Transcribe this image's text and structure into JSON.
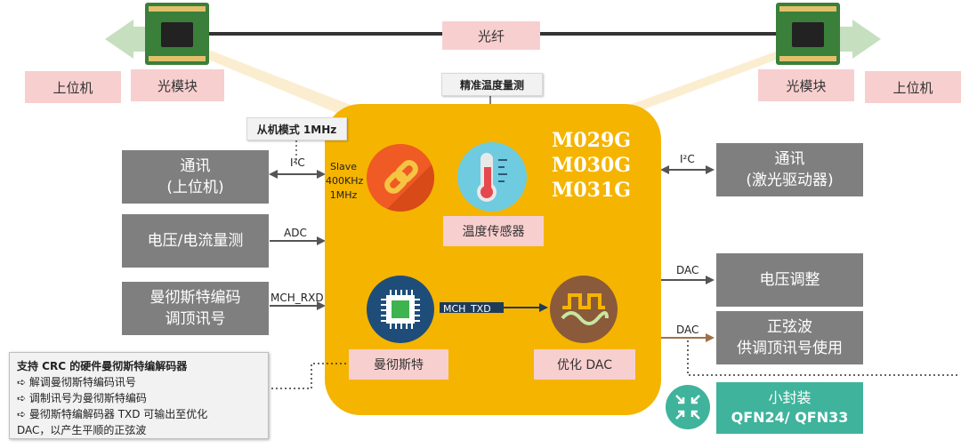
{
  "top": {
    "fiber_label": "光纤",
    "left_host": "上位机",
    "left_module": "光模块",
    "right_module": "光模块",
    "right_host": "上位机",
    "temp_tag": "精准温度量测",
    "slave_tag": "从机模式 1MHz"
  },
  "center": {
    "models": [
      "M029G",
      "M030G",
      "M031G"
    ],
    "slave_lines": [
      "Slave",
      "400KHz",
      "1MHz"
    ],
    "temp_sensor_label": "温度传感器",
    "manchester_label": "曼彻斯特",
    "dac_label": "优化 DAC",
    "mch_txd": "MCH_TXD"
  },
  "left": {
    "comm_line1": "通讯",
    "comm_line2": "(上位机)",
    "i2c_label": "I²C",
    "vi_label": "电压/电流量测",
    "adc_label": "ADC",
    "mch_line1": "曼彻斯特编码",
    "mch_line2": "调顶讯号",
    "mch_rxd": "MCH_RXD"
  },
  "right": {
    "comm_line1": "通讯",
    "comm_line2": "(激光驱动器)",
    "i2c_label": "I²C",
    "dac1": "DAC",
    "voltage": "电压调整",
    "dac2": "DAC",
    "sine_line1": "正弦波",
    "sine_line2": "供调顶讯号使用",
    "pkg_line1": "小封装",
    "pkg_line2": "QFN24/ QFN33"
  },
  "note": {
    "title": "支持 CRC 的硬件曼彻斯特编解码器",
    "items": [
      "解调曼彻斯特编码讯号",
      "调制讯号为曼彻斯特编码",
      "曼彻斯特编解码器 TXD 可输出至优化"
    ],
    "tail": "DAC，以产生平顺的正弦波"
  },
  "colors": {
    "chip": "#f5b400",
    "gray": "#7f7f7f",
    "pink": "#f8cfcf",
    "green": "#3fb39c",
    "link": "#f05a24"
  }
}
